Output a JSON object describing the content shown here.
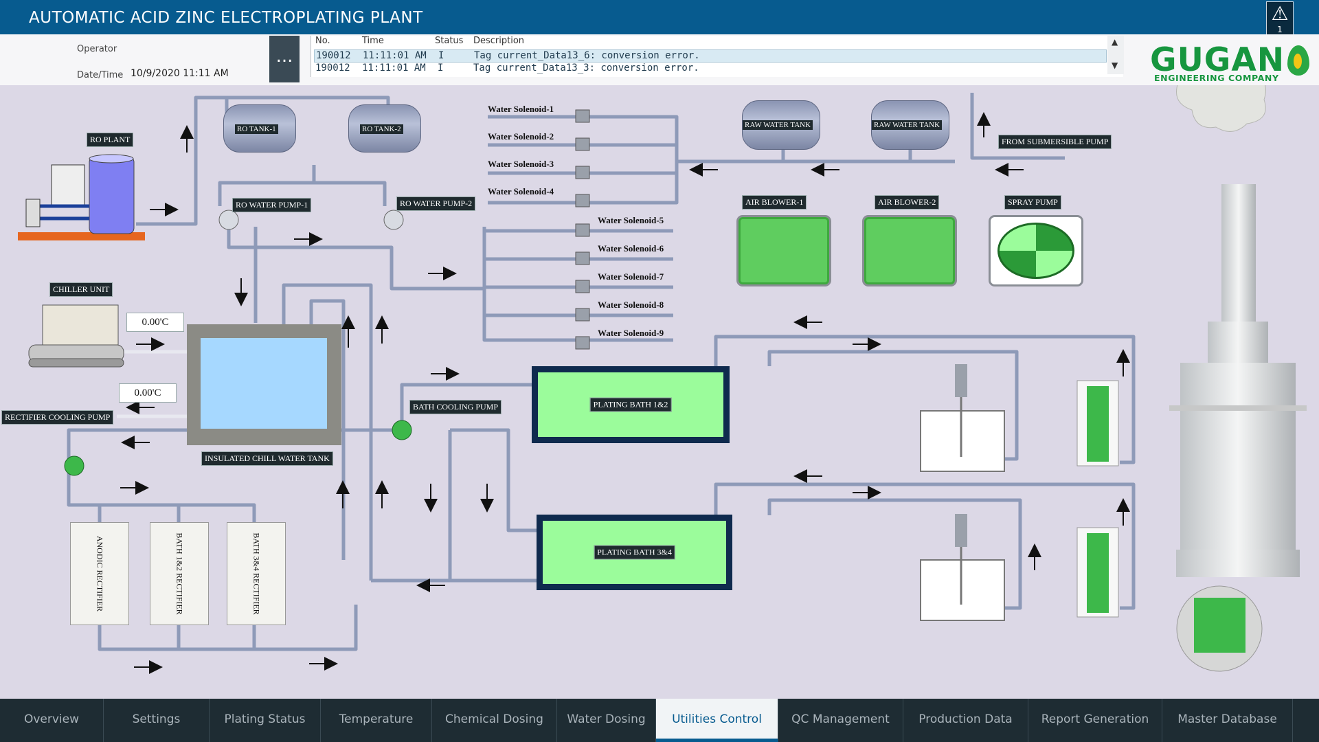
{
  "app": {
    "title": "AUTOMATIC ACID ZINC ELECTROPLATING PLANT"
  },
  "alarm_indicator": {
    "icon": "warning-icon",
    "count": "1"
  },
  "header": {
    "operator_label": "Operator",
    "operator_value": "",
    "datetime_label": "Date/Time",
    "datetime_value": "10/9/2020 11:11 AM",
    "more_label": "..."
  },
  "alarm_table": {
    "columns": [
      "No.",
      "Time",
      "Status",
      "Description"
    ],
    "rows": [
      {
        "no": "190012",
        "time": "11:11:01 AM",
        "status": "I",
        "description": "Tag current_Data13_6: conversion error."
      },
      {
        "no": "190012",
        "time": "11:11:01 AM",
        "status": "I",
        "description": "Tag current_Data13_3: conversion error."
      }
    ]
  },
  "logo": {
    "name": "GUGAN",
    "subtitle": "ENGINEERING COMPANY",
    "color": "#17963f"
  },
  "diagram": {
    "ro_plant": "RO PLANT",
    "ro_tank_1": "RO TANK-1",
    "ro_tank_2": "RO TANK-2",
    "ro_water_pump_1": "RO WATER PUMP-1",
    "ro_water_pump_2": "RO WATER PUMP-2",
    "raw_water_tank_1": "RAW WATER TANK",
    "raw_water_tank_2": "RAW WATER TANK",
    "from_submersible_pump": "FROM SUBMERSIBLE PUMP",
    "air_blower_1": "AIR BLOWER-1",
    "air_blower_2": "AIR BLOWER-2",
    "spray_pump": "SPRAY PUMP",
    "chiller_unit": "CHILLER UNIT",
    "chiller_temp_1": "0.00'C",
    "chiller_temp_2": "0.00'C",
    "rectifier_cooling_pump": "RECTIFIER COOLING PUMP",
    "insulated_chill_water_tank": "INSULATED CHILL WATER TANK",
    "bath_cooling_pump": "BATH COOLING PUMP",
    "plating_bath_12": "PLATING BATH 1&2",
    "plating_bath_34": "PLATING BATH 3&4",
    "rectifiers": [
      "ANODIC RECTIFIER",
      "BATH 1&2 RECTIFIER",
      "BATH 3&4 RECTIFIER"
    ],
    "solenoids": [
      "Water Solenoid-1",
      "Water Solenoid-2",
      "Water Solenoid-3",
      "Water Solenoid-4",
      "Water Solenoid-5",
      "Water Solenoid-6",
      "Water Solenoid-7",
      "Water Solenoid-8",
      "Water Solenoid-9"
    ]
  },
  "tabs": [
    {
      "label": "Overview",
      "active": false
    },
    {
      "label": "Settings",
      "active": false
    },
    {
      "label": "Plating Status",
      "active": false
    },
    {
      "label": "Temperature",
      "active": false
    },
    {
      "label": "Chemical Dosing",
      "active": false
    },
    {
      "label": "Water Dosing",
      "active": false
    },
    {
      "label": "Utilities Control",
      "active": true
    },
    {
      "label": "QC Management",
      "active": false
    },
    {
      "label": "Production Data",
      "active": false
    },
    {
      "label": "Report Generation",
      "active": false
    },
    {
      "label": "Master Database",
      "active": false
    }
  ],
  "colors": {
    "title_bar": "#075b8f",
    "pipe": "#8e9ab8",
    "bath_fill": "#9bfc9b",
    "pump_green": "#3db84a",
    "tank_water": "#a6d8ff"
  }
}
